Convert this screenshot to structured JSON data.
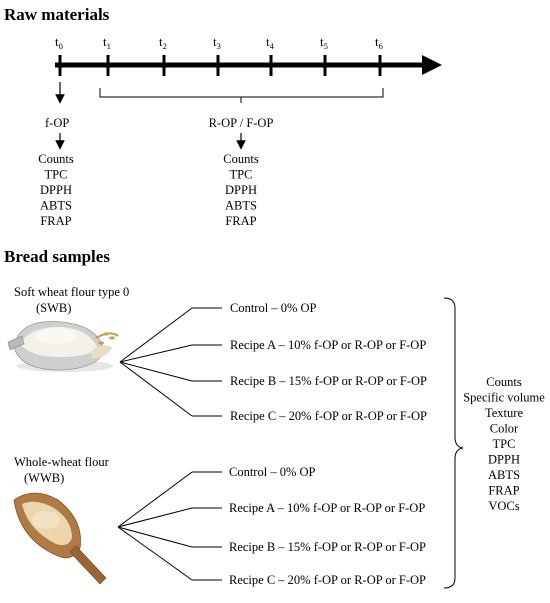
{
  "raw_materials": {
    "heading": "Raw materials",
    "timeline": [
      {
        "t": "t",
        "sub": "0"
      },
      {
        "t": "t",
        "sub": "1"
      },
      {
        "t": "t",
        "sub": "2"
      },
      {
        "t": "t",
        "sub": "3"
      },
      {
        "t": "t",
        "sub": "4"
      },
      {
        "t": "t",
        "sub": "5"
      },
      {
        "t": "t",
        "sub": "6"
      }
    ],
    "fresh_label": "f-OP",
    "processed_label": "R-OP / F-OP",
    "analyses": [
      "Counts",
      "TPC",
      "DPPH",
      "ABTS",
      "FRAP"
    ]
  },
  "bread_samples": {
    "heading": "Bread samples",
    "flours": [
      {
        "name": "Soft wheat flour type 0",
        "abbr": "(SWB)",
        "recipes": [
          "Control – 0% OP",
          "Recipe A – 10% f-OP or R-OP or F-OP",
          "Recipe B – 15% f-OP or R-OP or F-OP",
          "Recipe C – 20% f-OP or R-OP or F-OP"
        ]
      },
      {
        "name": "Whole-wheat flour",
        "abbr": "(WWB)",
        "recipes": [
          "Control – 0% OP",
          "Recipe A – 10% f-OP or R-OP or F-OP",
          "Recipe B – 15% f-OP or R-OP or F-OP",
          "Recipe C – 20% f-OP or R-OP or F-OP"
        ]
      }
    ],
    "analyses": [
      "Counts",
      "Specific volume",
      "Texture",
      "Color",
      "TPC",
      "DPPH",
      "ABTS",
      "FRAP",
      "VOCs"
    ]
  },
  "colors": {
    "line": "#000000",
    "scoop_metal": "#c9c9c9",
    "flour_white": "#f4f1ea",
    "wood_scoop": "#b07a45",
    "wholewheat_flour": "#ecd6ae"
  }
}
